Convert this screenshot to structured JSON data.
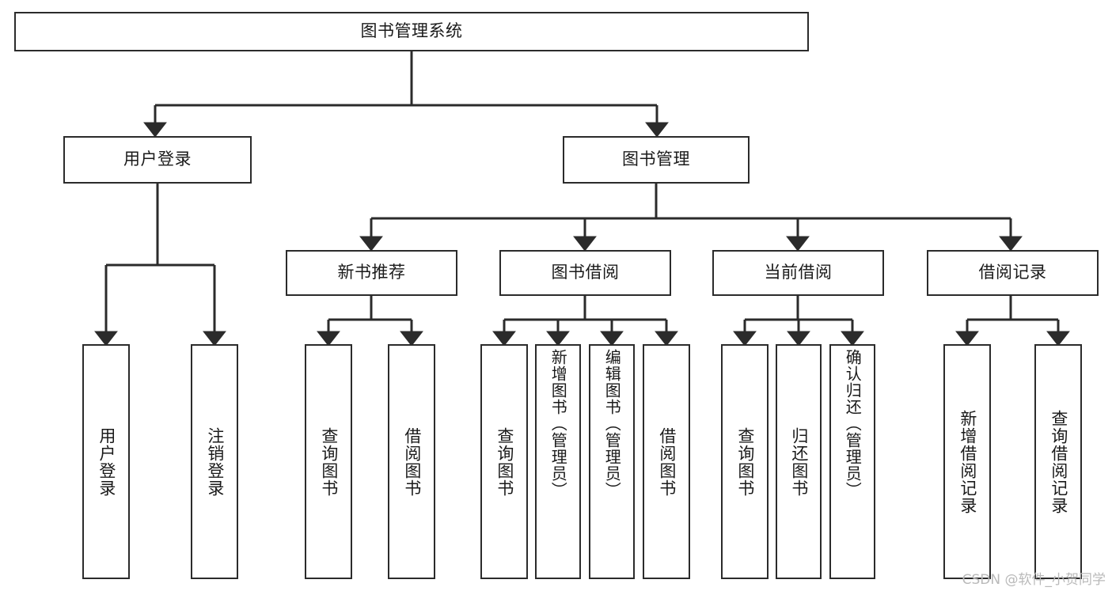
{
  "diagram": {
    "title": "图书管理系统",
    "watermark": "CSDN @软件_小贺同学",
    "accent_color": "#2b2b2b",
    "background_color": "#ffffff",
    "root": {
      "label": "图书管理系统"
    },
    "level2": [
      {
        "label": "用户登录"
      },
      {
        "label": "图书管理"
      }
    ],
    "level3": [
      {
        "label": "新书推荐"
      },
      {
        "label": "图书借阅"
      },
      {
        "label": "当前借阅"
      },
      {
        "label": "借阅记录"
      }
    ],
    "leaves": {
      "user_login": [
        {
          "label": "用户登录"
        },
        {
          "label": "注销登录"
        }
      ],
      "new_book_recommend": [
        {
          "label": "查询图书"
        },
        {
          "label": "借阅图书"
        }
      ],
      "book_borrow": [
        {
          "label": "查询图书"
        },
        {
          "label": "新增图书（管理员）"
        },
        {
          "label": "编辑图书（管理员）"
        },
        {
          "label": "借阅图书"
        }
      ],
      "current_borrow": [
        {
          "label": "查询图书"
        },
        {
          "label": "归还图书"
        },
        {
          "label": "确认归还（管理员）"
        }
      ],
      "borrow_record": [
        {
          "label": "新增借阅记录"
        },
        {
          "label": "查询借阅记录"
        }
      ]
    }
  }
}
